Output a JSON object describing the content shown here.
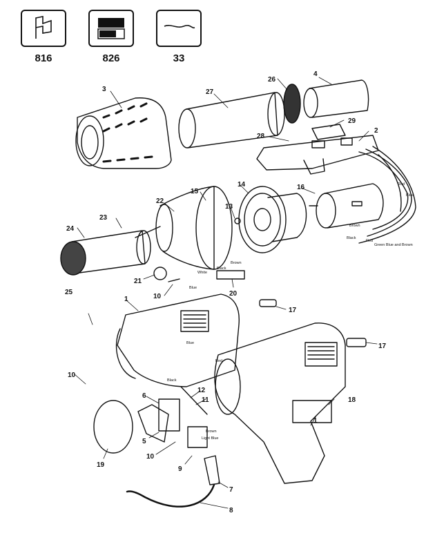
{
  "legend": [
    {
      "icon": "flag-icon",
      "label": "816"
    },
    {
      "icon": "split-box-icon",
      "label": "826"
    },
    {
      "icon": "wire-icon",
      "label": "33"
    }
  ],
  "parts": {
    "p1a": "1",
    "p1b": "1",
    "p2": "2",
    "p3": "3",
    "p4": "4",
    "p5": "5",
    "p6": "6",
    "p7": "7",
    "p8": "8",
    "p9": "9",
    "p10a": "10",
    "p10b": "10",
    "p10c": "10",
    "p11": "11",
    "p12": "12",
    "p13": "13",
    "p14": "14",
    "p15": "15",
    "p16": "16",
    "p17a": "17",
    "p17b": "17",
    "p18": "18",
    "p19": "19",
    "p20": "20",
    "p21": "21",
    "p22": "22",
    "p23": "23",
    "p24": "24",
    "p25": "25",
    "p26": "26",
    "p27": "27",
    "p28": "28",
    "p29": "29"
  },
  "wires": {
    "red1": "Red",
    "blue1": "Blue",
    "brown1": "Brown",
    "black1": "Black",
    "red2": "Red",
    "green_blue_brown": "Green Blue and Brown",
    "white": "White",
    "brown2": "Brown",
    "black2": "Black",
    "blue2": "Blue",
    "blue3": "Blue",
    "red3": "Red",
    "black3": "Black",
    "brown3": "Brown",
    "light_blue": "Light Blue"
  }
}
